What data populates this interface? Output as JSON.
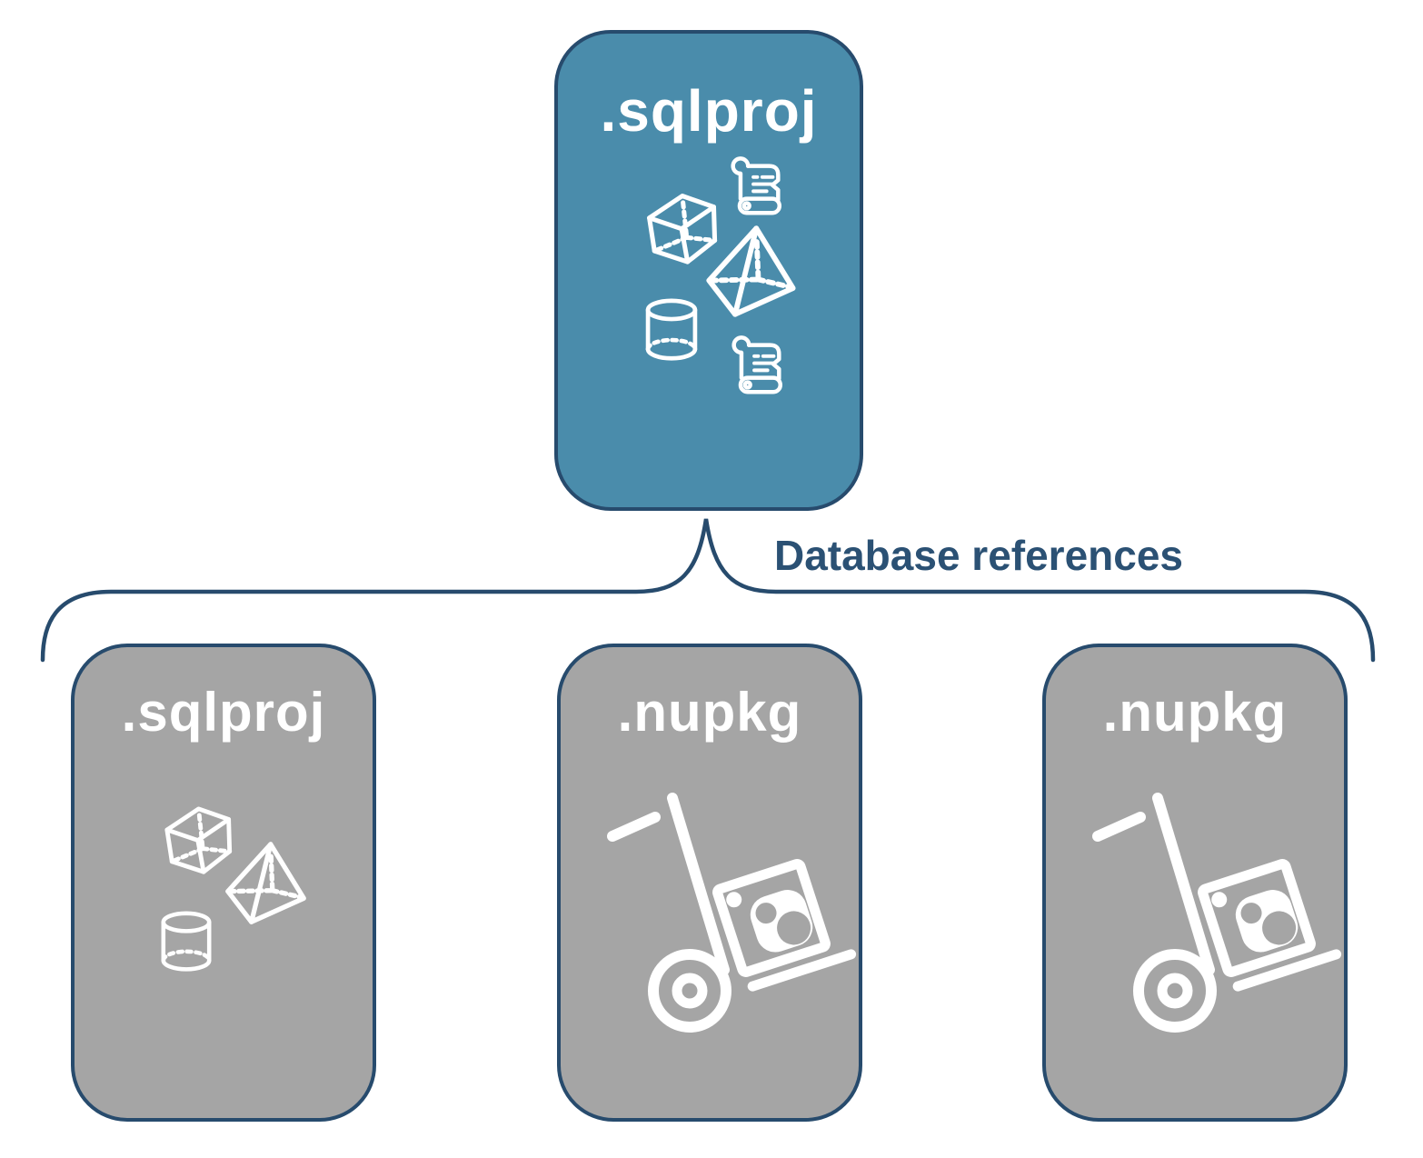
{
  "diagram": {
    "root": {
      "label": ".sqlproj",
      "icons": [
        "script-scroll-icon",
        "cube-icon",
        "pyramid-icon",
        "database-cylinder-icon",
        "script-scroll-icon"
      ]
    },
    "connector": {
      "label": "Database references"
    },
    "children": [
      {
        "label": ".sqlproj",
        "icons": [
          "cube-icon",
          "pyramid-icon",
          "database-cylinder-icon"
        ]
      },
      {
        "label": ".nupkg",
        "icons": [
          "package-dolly-icon"
        ]
      },
      {
        "label": ".nupkg",
        "icons": [
          "package-dolly-icon"
        ]
      }
    ],
    "colors": {
      "root_fill": "#4a8cab",
      "child_fill": "#a5a5a5",
      "outline": "#274b6d",
      "label_text": "#ffffff",
      "connector_label_text": "#2b5174"
    }
  }
}
